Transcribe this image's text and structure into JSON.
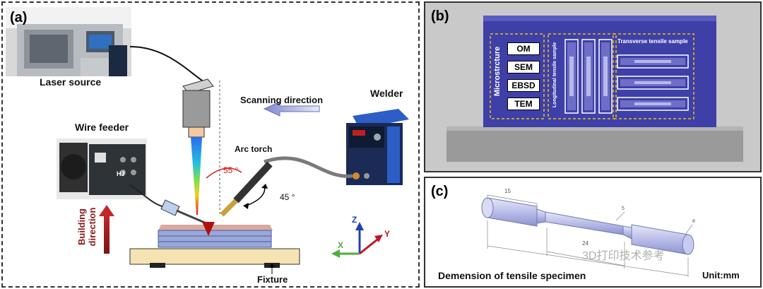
{
  "panel_a": {
    "label": "(a)",
    "laser_source": "Laser source",
    "wire_feeder": "Wire feeder",
    "wire_feeder_badge": "HJ",
    "scanning_direction": "Scanning direction",
    "welder": "Welder",
    "arc_torch": "Arc torch",
    "angle_55": "55 °",
    "angle_45": "45 °",
    "building_direction": "Building direction",
    "fixture": "Fixture",
    "axis_x": "X",
    "axis_y": "Y",
    "axis_z": "Z",
    "colors": {
      "axis_x": "#4caf3a",
      "axis_y": "#c0142a",
      "axis_z": "#1f3fb8",
      "building_arrow": "#8b1a1a",
      "angle_55": "#cc2020"
    }
  },
  "panel_b": {
    "label": "(b)",
    "microstructure_title": "Microstrcture",
    "methods": [
      "OM",
      "SEM",
      "EBSD",
      "TEM"
    ],
    "longitudinal_title": "Longitudinal tensile sample",
    "transverse_title": "Transverse tensile sample",
    "colors": {
      "block": "#3f3fa8",
      "dash": "#e5c020"
    }
  },
  "panel_c": {
    "label": "(c)",
    "dim_15": "15",
    "dim_24": "24",
    "dim_5": "5",
    "dim_8": "8",
    "caption": "Demension of tensile specimen",
    "unit": "Unit:mm",
    "watermark": "3D打印技术参考"
  }
}
